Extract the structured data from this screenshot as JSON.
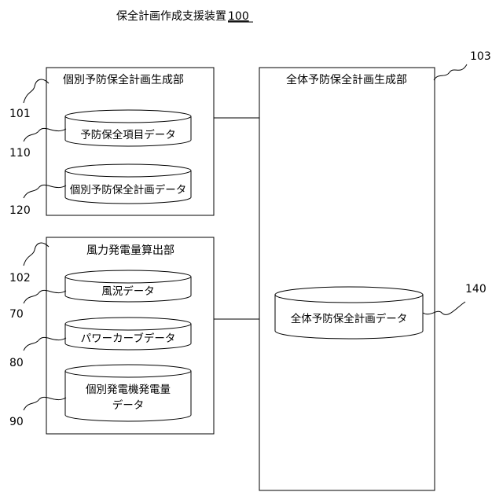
{
  "title": {
    "text": "保全計画作成支援装置",
    "number": "100"
  },
  "units": {
    "individual_plan": {
      "label": "個別予防保全計画生成部",
      "ref": "101"
    },
    "wind_power": {
      "label": "風力発電量算出部",
      "ref": "102"
    },
    "overall_plan": {
      "label": "全体予防保全計画生成部",
      "ref": "103"
    }
  },
  "databases": {
    "maintenance_items": {
      "label": "予防保全項目データ",
      "ref": "110"
    },
    "individual_plan_data": {
      "label": "個別予防保全計画データ",
      "ref": "120"
    },
    "wind_condition": {
      "label": "風況データ",
      "ref": "70"
    },
    "power_curve": {
      "label": "パワーカーブデータ",
      "ref": "80"
    },
    "individual_generation": {
      "label_line1": "個別発電機発電量",
      "label_line2": "データ",
      "ref": "90"
    },
    "overall_plan_data": {
      "label": "全体予防保全計画データ",
      "ref": "140"
    }
  }
}
